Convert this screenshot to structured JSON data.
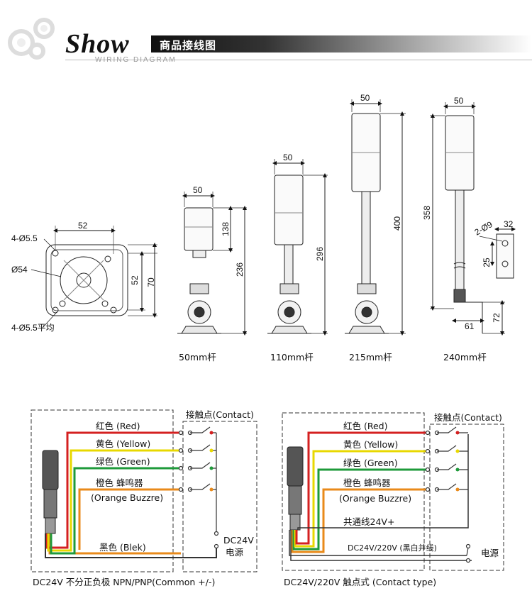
{
  "header": {
    "title": "Show",
    "subtitle": "WIRING DIAGRAM",
    "bar_label": "商品接线图"
  },
  "base": {
    "dim_width": "52",
    "dim_height_right": "52",
    "dim_height_outer": "70",
    "hole_top": "4-Ø5.5",
    "hole_dia": "Ø54",
    "hole_bottom": "4-Ø5.5平均"
  },
  "models": [
    {
      "width": "50",
      "light_height": "138",
      "total_height": "236",
      "caption": "50mm杆"
    },
    {
      "width": "50",
      "total_height": "296",
      "caption": "110mm杆"
    },
    {
      "width": "50",
      "total_height": "400",
      "caption": "215mm杆"
    },
    {
      "width": "50",
      "total_height": "358",
      "caption": "240mm杆",
      "bracket": {
        "width": "32",
        "holes": "2-Ø9",
        "offset": "25",
        "foot": "61",
        "foot_height": "72"
      }
    }
  ],
  "wiring_npn": {
    "contact_label": "接触点(Contact)",
    "wires": [
      {
        "label": "红色 (Red)",
        "color": "#d42020"
      },
      {
        "label": "黄色 (Yellow)",
        "color": "#e8d800"
      },
      {
        "label": "绿色 (Green)",
        "color": "#1e9a3a"
      },
      {
        "label": "橙色 蜂鸣器",
        "color": "#e98a1a"
      },
      {
        "label": "(Orange Buzzre)",
        "color": "#e98a1a"
      }
    ],
    "common_label": "黑色 (Blek)",
    "power_line1": "DC24V",
    "power_line2": "电源",
    "caption": "DC24V 不分正负极 NPN/PNP(Common +/-)"
  },
  "wiring_contact": {
    "contact_label": "接触点(Contact)",
    "wires": [
      {
        "label": "红色 (Red)",
        "color": "#d42020"
      },
      {
        "label": "黄色 (Yellow)",
        "color": "#e8d800"
      },
      {
        "label": "绿色 (Green)",
        "color": "#1e9a3a"
      },
      {
        "label": "橙色 蜂鸣器",
        "color": "#e98a1a"
      },
      {
        "label": "(Orange Buzzre)",
        "color": "#e98a1a"
      }
    ],
    "common_label": "共通线24V+",
    "power_wire_label": "DC24V/220V (黑白并线)",
    "power_label": "电源",
    "caption": "DC24V/220V 触点式  (Contact type)"
  }
}
